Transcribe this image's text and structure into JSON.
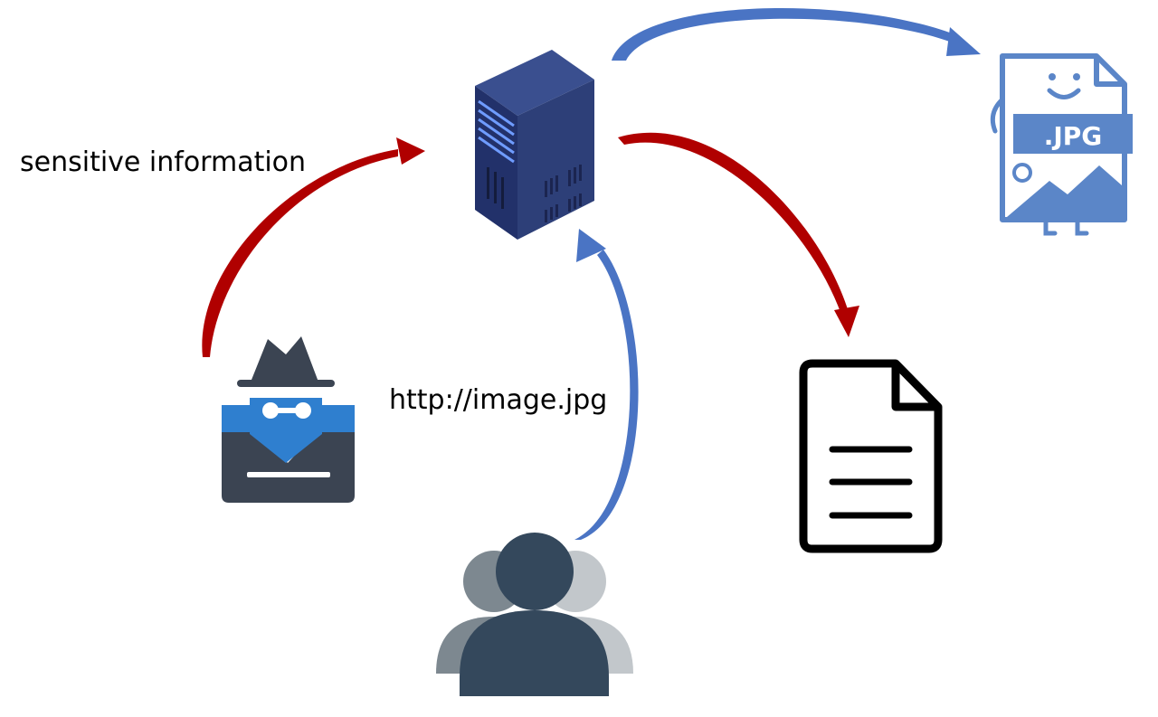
{
  "labels": {
    "sensitive_info": "sensitive information",
    "request_url": "http://image.jpg"
  },
  "file_badge": {
    "extension": ".JPG"
  },
  "icons": {
    "server": "server-icon",
    "image_file": "jpg-file-icon",
    "hacker": "hacker-icon",
    "document": "document-icon",
    "users": "users-group-icon"
  },
  "colors": {
    "attack_arrow": "#b00000",
    "normal_arrow": "#4a74c4",
    "server": "#2d3f78",
    "server_light": "#6f9cff",
    "jpg_icon": "#5b86c8",
    "hacker_hat": "#3b4452",
    "hacker_blue": "#2f7fcf",
    "document": "#000000",
    "users_front": "#34485c",
    "users_back_left": "#7d8890",
    "users_back_right": "#c2c7cb"
  }
}
